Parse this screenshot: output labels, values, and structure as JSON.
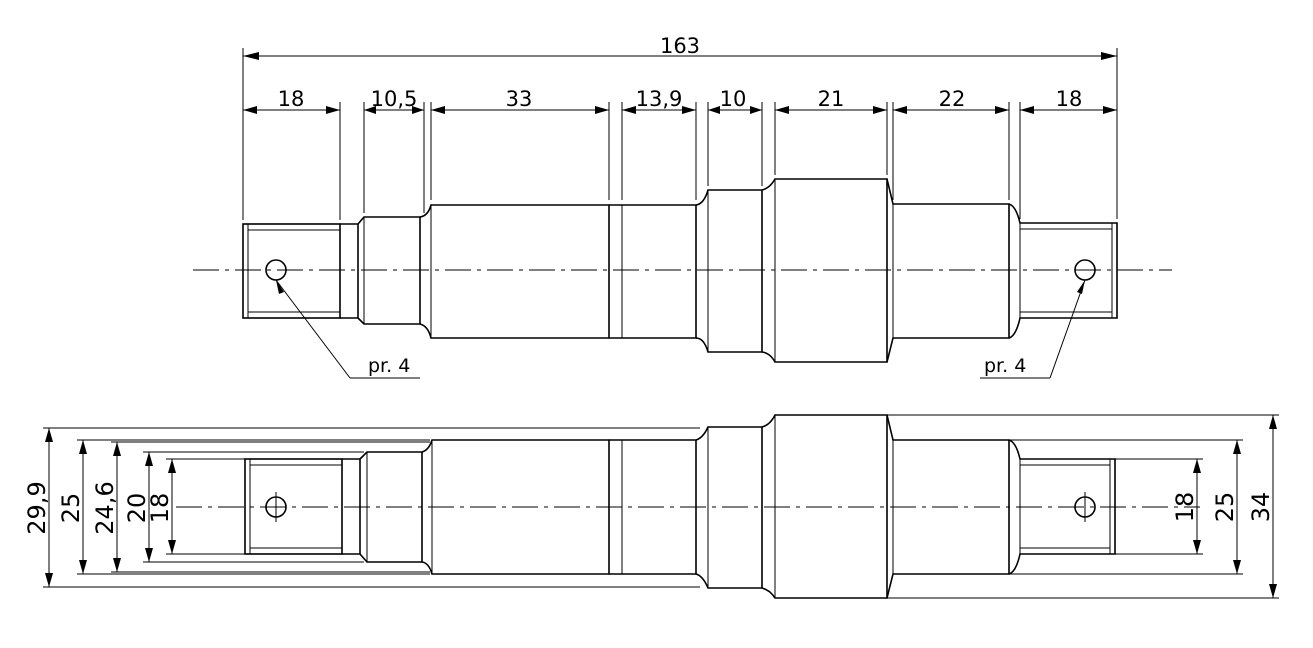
{
  "top_view": {
    "overall_length": "163",
    "segment_lengths": [
      "18",
      "10,5",
      "33",
      "13,9",
      "10",
      "21",
      "22",
      "18"
    ],
    "hole_note_left": "pr. 4",
    "hole_note_right": "pr. 4"
  },
  "side_view": {
    "left_diameters": [
      "29,9",
      "25",
      "24,6",
      "20",
      "18"
    ],
    "right_diameters": [
      "18",
      "25",
      "34"
    ]
  }
}
